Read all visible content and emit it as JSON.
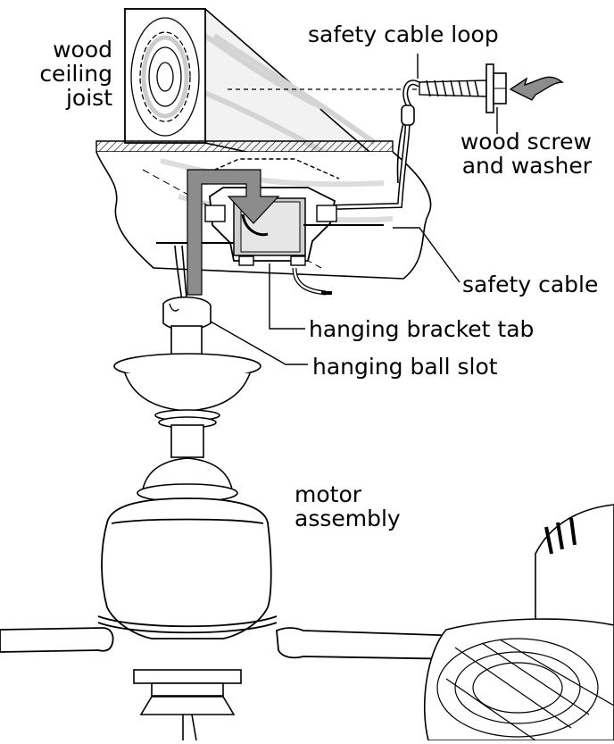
{
  "labels": {
    "joist": [
      "wood",
      "ceiling",
      "joist"
    ],
    "safety_cable_loop": "safety cable loop",
    "wood_screw": [
      "wood screw",
      "and washer"
    ],
    "safety_cable": "safety cable",
    "hanging_bracket_tab": "hanging bracket tab",
    "hanging_ball_slot": "hanging ball slot",
    "motor_assembly": [
      "motor",
      "assembly"
    ]
  },
  "colors": {
    "line": "#000000",
    "arrow_fill": "#8c8c8c",
    "joist_shade": "#dcdcdc",
    "bracket_shade": "#cfcfcf"
  }
}
